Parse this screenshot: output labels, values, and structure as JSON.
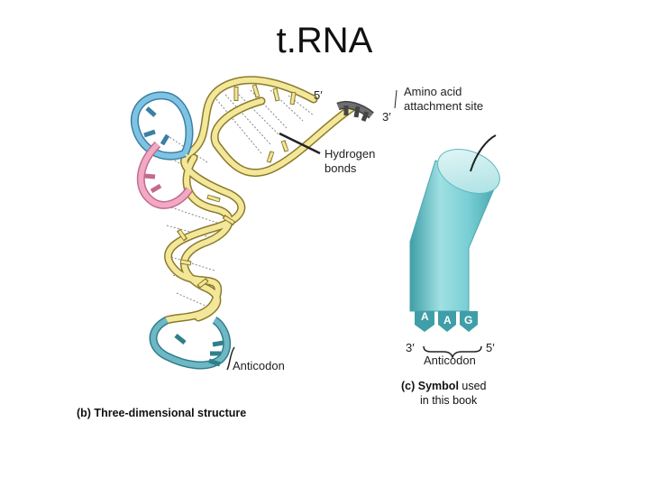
{
  "title": "t.RNA",
  "structure": {
    "label_5prime": "5′",
    "label_3prime": "3′",
    "amino_acid_site": [
      "Amino acid",
      "attachment site"
    ],
    "hydrogen_bonds": [
      "Hydrogen",
      "bonds"
    ],
    "anticodon": "Anticodon",
    "caption": "(b) Three-dimensional structure"
  },
  "symbol": {
    "bases": [
      "A",
      "A",
      "G"
    ],
    "label_3prime": "3′",
    "label_5prime": "5′",
    "anticodon": "Anticodon",
    "caption_prefix": "(c)",
    "caption_bold": "Symbol",
    "caption_rest1": "used",
    "caption_rest2": "in this book"
  },
  "colors": {
    "backbone_yellow": "#f3e79a",
    "loop_blue": "#7ec3e3",
    "loop_pink": "#f2a9c4",
    "anticodon_teal": "#6fb7c4",
    "cylinder_teal": "#76cdd3",
    "acceptor_gray": "#6d6e70"
  }
}
